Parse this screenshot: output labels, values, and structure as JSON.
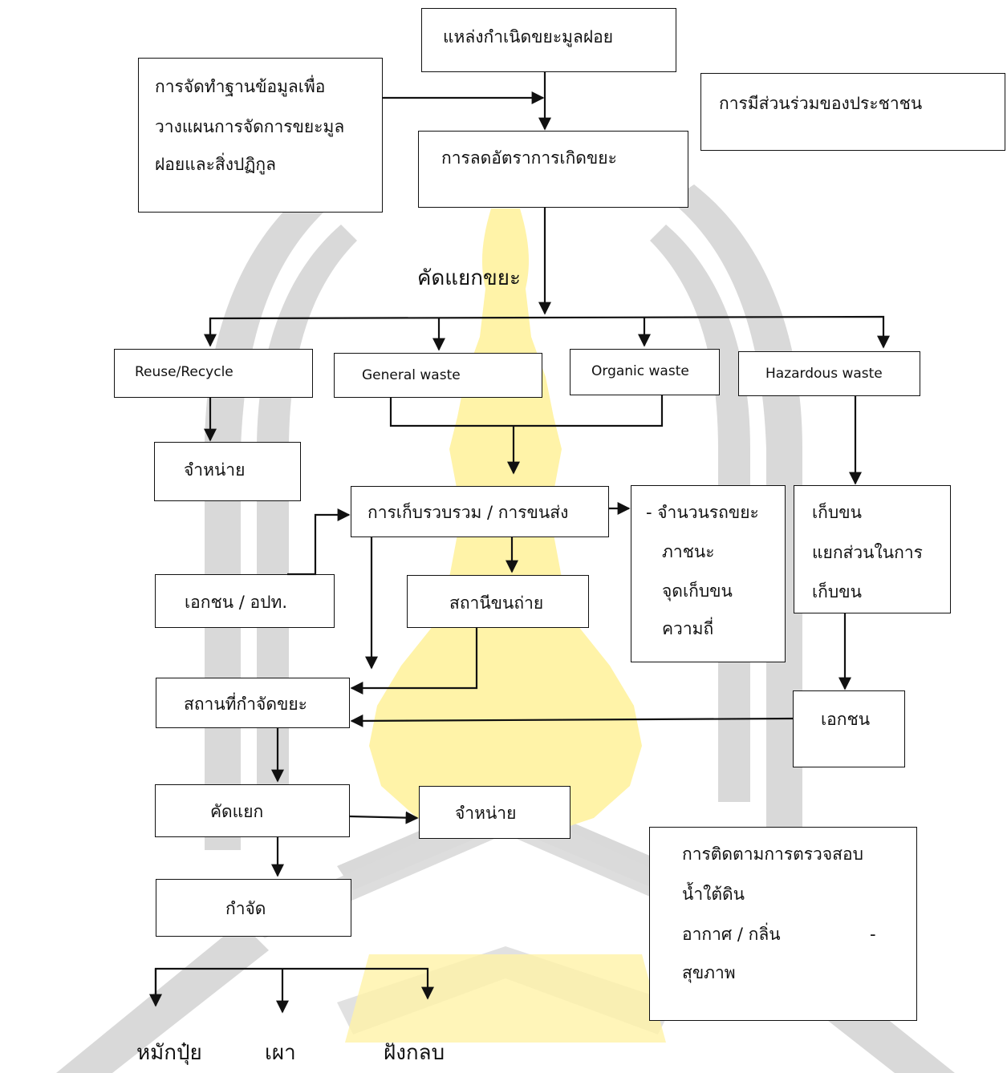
{
  "nodes": {
    "source": "แหล่งกำเนิดขยะมูลฝอย",
    "database": [
      "การจัดทำฐานข้อมูลเพื่อ",
      "วางแผนการจัดการขยะมูล",
      "ฝอยและสิ่งปฏิกูล"
    ],
    "participation": "การมีส่วนร่วมของประชาชน",
    "reduce": "การลดอัตราการเกิดขยะ",
    "sorting": "คัดแยกขยะ",
    "reuse": "Reuse/Recycle",
    "general": "General waste",
    "organic": "Organic waste",
    "hazardous": "Hazardous waste",
    "sell1": "จำหน่าย",
    "collection": "การเก็บรวบรวม / การขนส่ง",
    "vehicles": [
      "- จำนวนรถขยะ",
      "ภาชนะ",
      "จุดเก็บขน",
      "ความถี่"
    ],
    "haz_collect": [
      "เก็บขน",
      "แยกส่วนในการ",
      "เก็บขน"
    ],
    "private_local": "เอกชน / อปท.",
    "transfer": "สถานีขนถ่าย",
    "disposal_site": "สถานที่กำจัดขยะ",
    "private": "เอกชน",
    "separate": "คัดแยก",
    "sell2": "จำหน่าย",
    "monitoring": [
      "การติดตามการตรวจสอบ",
      "น้ำใต้ดิน",
      "อากาศ / กลิ่น",
      "สุขภาพ"
    ],
    "monitoring_dash": "-",
    "dispose": "กำจัด"
  },
  "outcomes": [
    "หมักปุ๋ย",
    "เผา",
    "ฝังกลบ"
  ],
  "colors": {
    "watermark_gray": "#d9d9d9",
    "watermark_yellow": "#fff3a8",
    "line": "#111111"
  }
}
